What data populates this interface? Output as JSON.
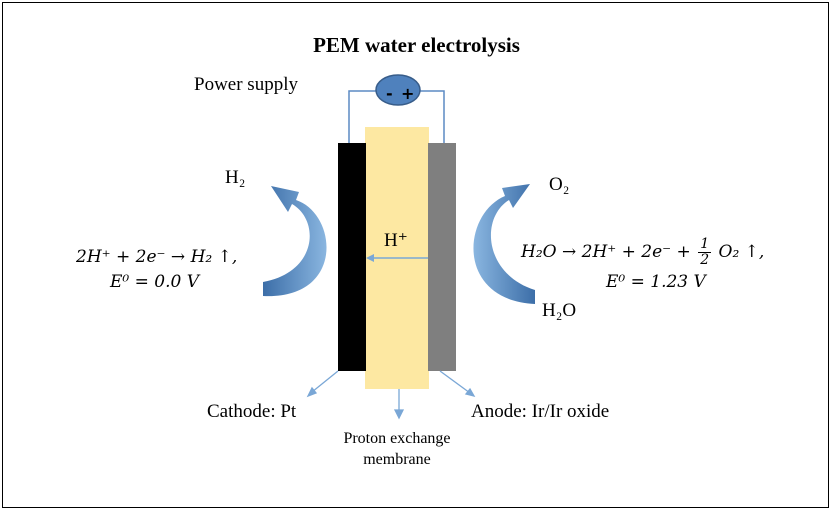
{
  "title": "PEM water electrolysis",
  "power_supply": {
    "label": "Power supply",
    "minus": "-",
    "plus": "+"
  },
  "products": {
    "h2": "H₂",
    "o2": "O₂",
    "h2o": "H₂O"
  },
  "ion": "H⁺",
  "equations": {
    "cathode_line1": "2H⁺ + 2e⁻ → H₂ ↑,",
    "cathode_line2": "E⁰ = 0.0 V",
    "anode_line1_a": "H₂O → 2H⁺ + 2e⁻ +",
    "anode_frac_num": "1",
    "anode_frac_den": "2",
    "anode_line1_b": "O₂ ↑,",
    "anode_line2": "E⁰ = 1.23 V"
  },
  "components": {
    "cathode": "Cathode: Pt",
    "anode": "Anode: Ir/Ir oxide",
    "membrane": "Proton exchange membrane"
  },
  "colors": {
    "cathode": "#000000",
    "anode": "#7f7f7f",
    "membrane": "#fde8a2",
    "arrow": "#4f7fb5",
    "arrow_light": "#7aa7d6",
    "wire": "#5b8ac4",
    "power": "#4f81bd"
  }
}
